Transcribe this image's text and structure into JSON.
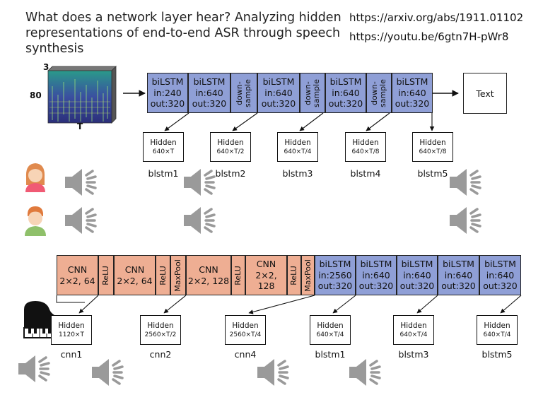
{
  "header": {
    "title_line1": "What does a network layer hear? Analyzing hidden",
    "title_line2": "representations of end-to-end ASR through speech",
    "title_line3": "synthesis",
    "link1": "https://arxiv.org/abs/1911.01102",
    "link2": "https://youtu.be/6gtn7H-pWr8"
  },
  "spectrogram": {
    "channels": "3",
    "freq": "80",
    "time": "T"
  },
  "top_encoder": {
    "blocks": [
      {
        "l1": "biLSTM",
        "l2": "in:240",
        "l3": "out:320"
      },
      {
        "l1": "biLSTM",
        "l2": "in:640",
        "l3": "out:320"
      },
      {
        "v1": "down-",
        "v2": "sample"
      },
      {
        "l1": "biLSTM",
        "l2": "in:640",
        "l3": "out:320"
      },
      {
        "v1": "down-",
        "v2": "sample"
      },
      {
        "l1": "biLSTM",
        "l2": "in:640",
        "l3": "out:320"
      },
      {
        "v1": "down-",
        "v2": "sample"
      },
      {
        "l1": "biLSTM",
        "l2": "in:640",
        "l3": "out:320"
      }
    ],
    "output": "Text",
    "hidden": [
      {
        "title": "Hidden",
        "dim": "640×T",
        "label": "blstm1"
      },
      {
        "title": "Hidden",
        "dim": "640×T/2",
        "label": "blstm2"
      },
      {
        "title": "Hidden",
        "dim": "640×T/4",
        "label": "blstm3"
      },
      {
        "title": "Hidden",
        "dim": "640×T/8",
        "label": "blstm4"
      },
      {
        "title": "Hidden",
        "dim": "640×T/8",
        "label": "blstm5"
      }
    ]
  },
  "bottom_encoder": {
    "blocks": [
      {
        "l1": "CNN",
        "l2": "2×2, 64"
      },
      {
        "v1": "ReLU"
      },
      {
        "l1": "CNN",
        "l2": "2×2, 64"
      },
      {
        "v1": "ReLU"
      },
      {
        "v1": "MaxPool"
      },
      {
        "l1": "CNN",
        "l2": "2×2, 128"
      },
      {
        "v1": "ReLU"
      },
      {
        "l1": "CNN",
        "l2": "2×2, 128"
      },
      {
        "v1": "ReLU"
      },
      {
        "v1": "MaxPool"
      },
      {
        "l1": "biLSTM",
        "l2": "in:2560",
        "l3": "out:320"
      },
      {
        "l1": "biLSTM",
        "l2": "in:640",
        "l3": "out:320"
      },
      {
        "l1": "biLSTM",
        "l2": "in:640",
        "l3": "out:320"
      },
      {
        "l1": "biLSTM",
        "l2": "in:640",
        "l3": "out:320"
      },
      {
        "l1": "biLSTM",
        "l2": "in:640",
        "l3": "out:320"
      }
    ],
    "hidden": [
      {
        "title": "Hidden",
        "dim": "1120×T",
        "label": "cnn1"
      },
      {
        "title": "Hidden",
        "dim": "2560×T/2",
        "label": "cnn2"
      },
      {
        "title": "Hidden",
        "dim": "2560×T/4",
        "label": "cnn4"
      },
      {
        "title": "Hidden",
        "dim": "640×T/4",
        "label": "blstm1"
      },
      {
        "title": "Hidden",
        "dim": "640×T/4",
        "label": "blstm3"
      },
      {
        "title": "Hidden",
        "dim": "640×T/4",
        "label": "blstm5"
      }
    ]
  },
  "colors": {
    "lstm": "#8f9fd6",
    "cnn": "#eeae93",
    "speaker": "#9a9a9a"
  },
  "icons": [
    "speaker-icon",
    "girl-avatar-icon",
    "boy-avatar-icon",
    "piano-icon",
    "spectrogram-image"
  ]
}
